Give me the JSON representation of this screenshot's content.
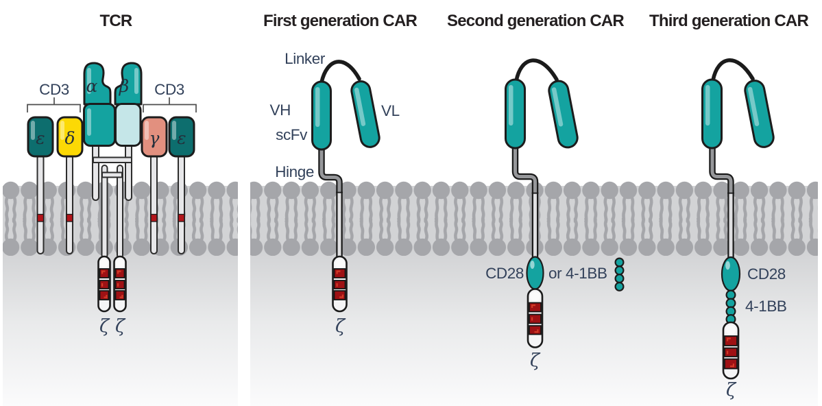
{
  "colors": {
    "teal": "#14a3a0",
    "dark_teal": "#0d6e6e",
    "yellow": "#fcd905",
    "salmon": "#e2907f",
    "pale_blue": "#c5e6e8",
    "itam_red": "#9e1114",
    "band_red": "#b3151b",
    "membrane_gray": "#a5a6aa",
    "cytoplasm_gray": "#d2d3d5",
    "label_navy": "#32415a",
    "title_black": "#231f20"
  },
  "tcr": {
    "title": "TCR",
    "cd3_left": "CD3",
    "cd3_right": "CD3",
    "alpha": "α",
    "beta": "β",
    "epsilon_left": "ε",
    "delta": "δ",
    "gamma": "γ",
    "epsilon_right": "ε",
    "zeta_left": "ζ",
    "zeta_right": "ζ"
  },
  "gen1": {
    "title": "First generation CAR",
    "linker": "Linker",
    "vh": "VH",
    "vl": "VL",
    "scfv": "scFv",
    "hinge": "Hinge",
    "zeta": "ζ"
  },
  "gen2": {
    "title": "Second generation CAR",
    "costim": "CD28",
    "costim_alt": "or 4-1BB",
    "zeta": "ζ"
  },
  "gen3": {
    "title": "Third generation CAR",
    "costim1": "CD28",
    "costim2": "4-1BB",
    "zeta": "ζ"
  }
}
